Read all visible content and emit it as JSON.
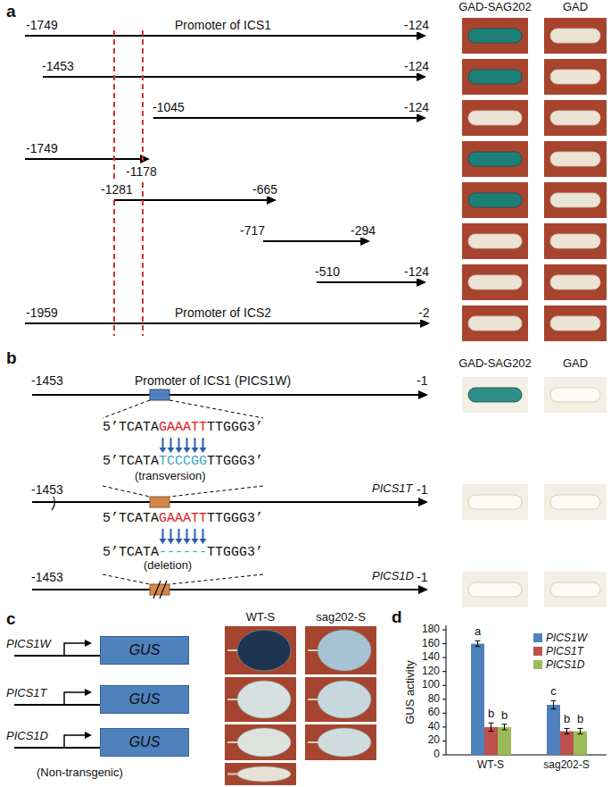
{
  "diagram": {
    "nodes": [
      {
        "text": [
          "GUS"
        ]
      },
      {
        "text": [
          "GUS"
        ]
      },
      {
        "text": [
          "GUS"
        ]
      }
    ],
    "labels": [
      "a",
      "-1749",
      "Promoter of ICS1",
      "-124",
      "GAD-SAG202",
      "GAD",
      "-1453",
      "-124",
      "-1045",
      "-124",
      "-1749",
      "-1178",
      "-1281",
      "-665",
      "-717",
      "-294",
      "-510",
      "-124",
      "-1959",
      "Promoter of ICS2",
      "-2",
      "b",
      "-1453",
      "Promoter of ICS1 (PICS1W)",
      "-1",
      "GAD-SAG202",
      "GAD",
      "5’TCATA",
      "GAAATT",
      "TTGGG3’",
      "5’TCATA",
      "TCCCGG",
      "TTGGG3’",
      "(transversion)",
      "-1453",
      "PICS1T",
      "-1",
      "5’TCATA",
      "GAAATT",
      "TTGGG3’",
      "5’TCATA",
      "------",
      "TTGGG3’",
      "(deletion)",
      "-1453",
      "PICS1D",
      "-1",
      "c",
      "WT-S",
      "sag202-S",
      "PICS1W",
      "PICS1T",
      "PICS1D",
      "(Non-transgenic)",
      "d",
      "180",
      "160",
      "140",
      "120",
      "100",
      "80",
      "60",
      "40",
      "20",
      "0",
      "GUS activity",
      "a",
      "b",
      "b",
      "c",
      "b",
      "b",
      "WT-S",
      "sag202-S"
    ],
    "legend": [
      {
        "text": "PICS1W",
        "color": "#4f81bd"
      },
      {
        "text": "PICS1T",
        "color": "#c0504d"
      },
      {
        "text": "PICS1D",
        "color": "#9bbb59"
      }
    ]
  }
}
